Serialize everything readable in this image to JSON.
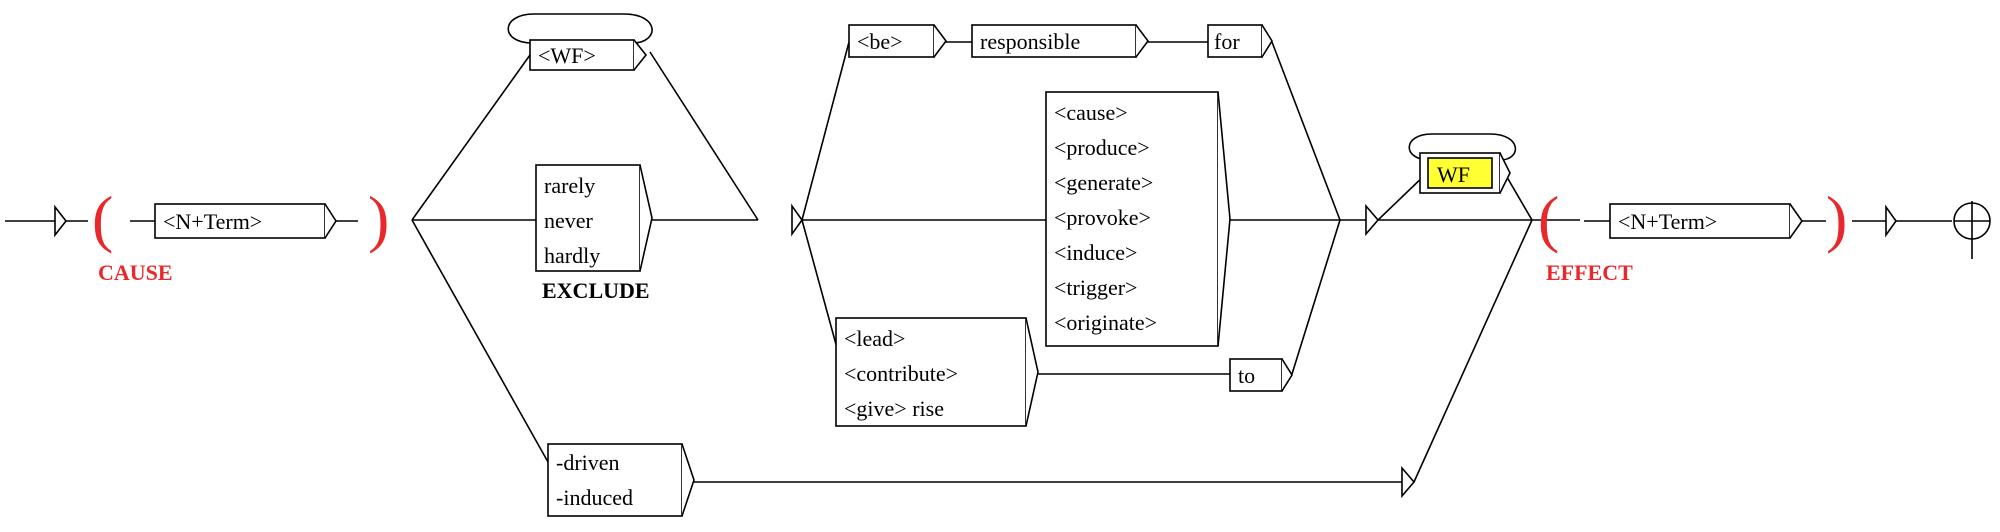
{
  "colors": {
    "red": "#e8282a",
    "highlight": "#ffff33",
    "ink": "#000000"
  },
  "cause": {
    "term": "<N+Term>",
    "label": "CAUSE",
    "open_paren": "(",
    "close_paren": ")"
  },
  "effect": {
    "term": "<N+Term>",
    "label": "EFFECT",
    "open_paren": "(",
    "close_paren": ")"
  },
  "wf_top": "<WF>",
  "wf_mid": "WF",
  "exclude": {
    "lines": [
      "rarely",
      "never",
      "hardly"
    ],
    "label": "EXCLUDE"
  },
  "be_path": {
    "be": "<be>",
    "responsible": "responsible",
    "for": "for"
  },
  "verbs": [
    "<cause>",
    "<produce>",
    "<generate>",
    "<provoke>",
    "<induce>",
    "<trigger>",
    "<originate>"
  ],
  "lead_path": {
    "lines": [
      "<lead>",
      "<contribute>",
      "<give> rise"
    ],
    "to": "to"
  },
  "suffix": {
    "lines": [
      "-driven",
      "-induced"
    ]
  }
}
